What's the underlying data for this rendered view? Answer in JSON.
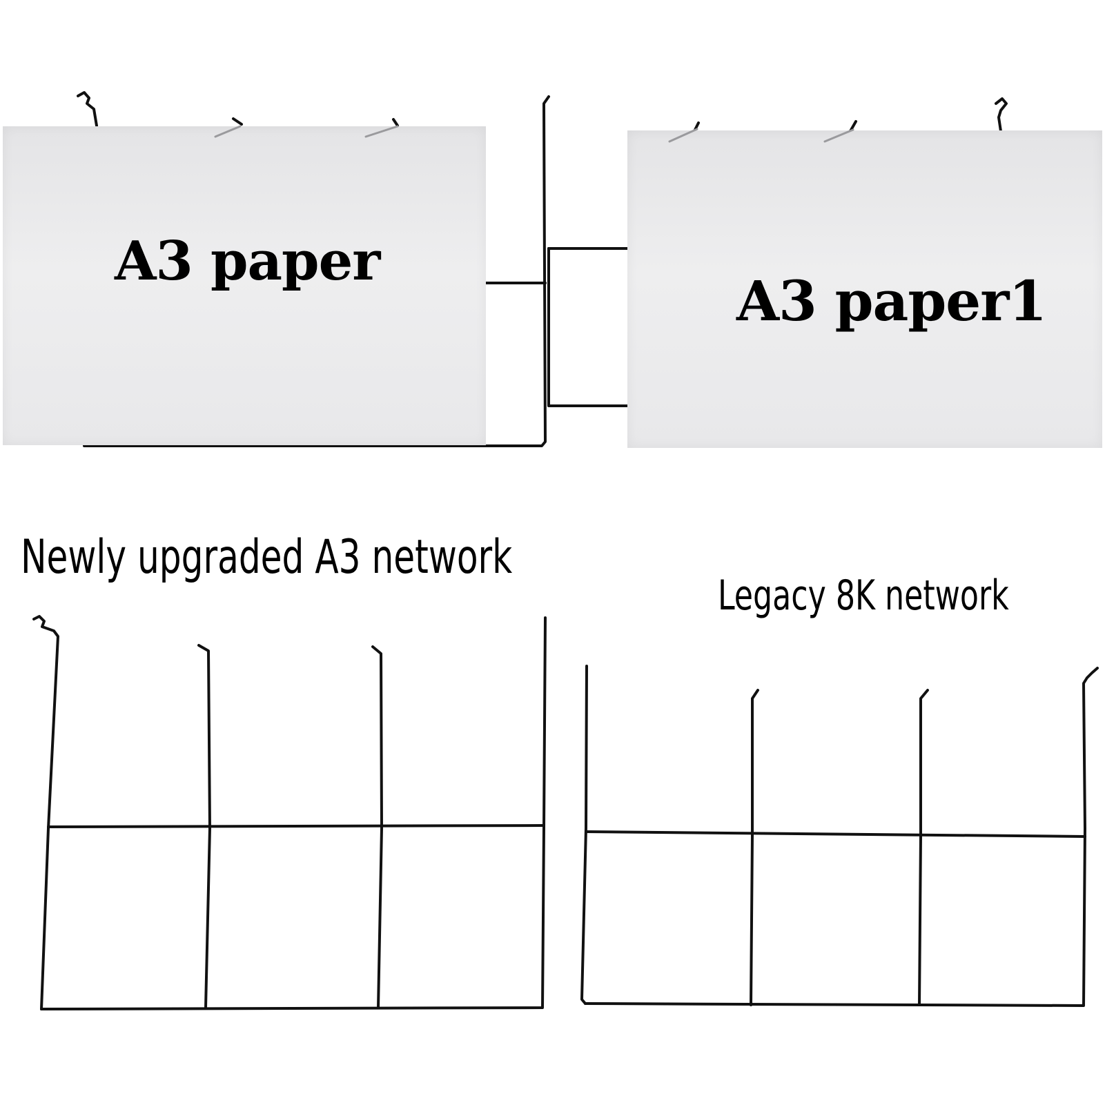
{
  "papers": {
    "left_label": "A3 paper",
    "right_label": "A3 paper1"
  },
  "captions": {
    "new_network": "Newly upgraded A3 network",
    "legacy_network": "Legacy 8K network"
  },
  "colors": {
    "wire": "#111111",
    "paper": "#e8e8ea",
    "background": "#ffffff"
  }
}
